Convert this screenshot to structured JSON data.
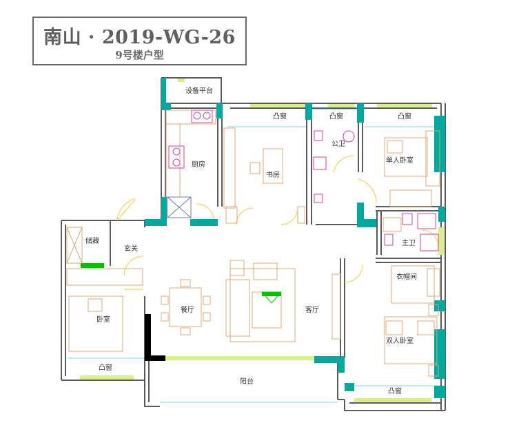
{
  "title": {
    "main": "南山 · 2019-WG-26",
    "sub": "9号楼户型"
  },
  "rooms": {
    "equipment_platform": "设备平台",
    "kitchen": "厨房",
    "study": "书房",
    "bay_window_study": "凸窗",
    "bay_window_bath": "凸窗",
    "bay_window_single": "凸窗",
    "public_bath": "公卫",
    "single_bedroom": "单人卧室",
    "master_bath": "主卫",
    "storage": "储藏",
    "entrance": "玄关",
    "wardrobe": "衣帽间",
    "dining": "餐厅",
    "living": "客厅",
    "bedroom": "卧室",
    "double_bedroom": "双人卧室",
    "bay_window_bedroom": "凸窗",
    "balcony": "阳台",
    "bay_window_double": "凸窗"
  },
  "colors": {
    "wall": "#5a5a5a",
    "column": "#00a99d",
    "furniture": "#e3a777",
    "fixture": "#d6409f",
    "window": "#d8ef8a",
    "window_line": "#7fd3e6",
    "black_column": "#000000",
    "marker": "#00c000"
  }
}
